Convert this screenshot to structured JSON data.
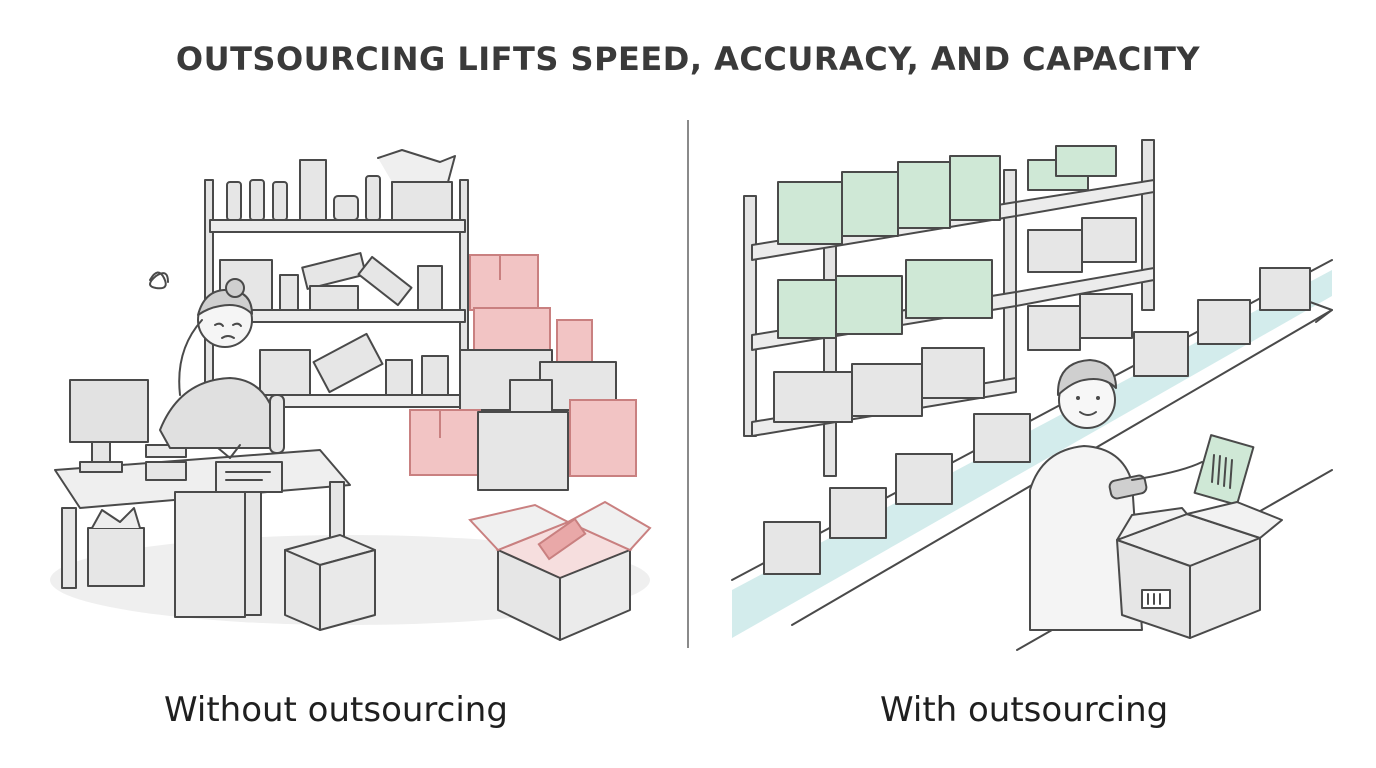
{
  "title": "OUTSOURCING LIFTS SPEED, ACCURACY, AND CAPACITY",
  "left_panel": {
    "caption": "Without outsourcing"
  },
  "right_panel": {
    "caption": "With outsourcing"
  },
  "colors": {
    "line": "#4a4a4a",
    "box_fill": "#e6e6e6",
    "problem_red": "#f2c4c4",
    "problem_red_stroke": "#c98080",
    "shelf_green": "#cfe8d6",
    "conveyor_blue": "#d3ecec",
    "floor_shadow": "#ececec"
  },
  "icons": [
    "stress-scribble-icon",
    "barcode-icon",
    "direction-arrow-icon"
  ]
}
